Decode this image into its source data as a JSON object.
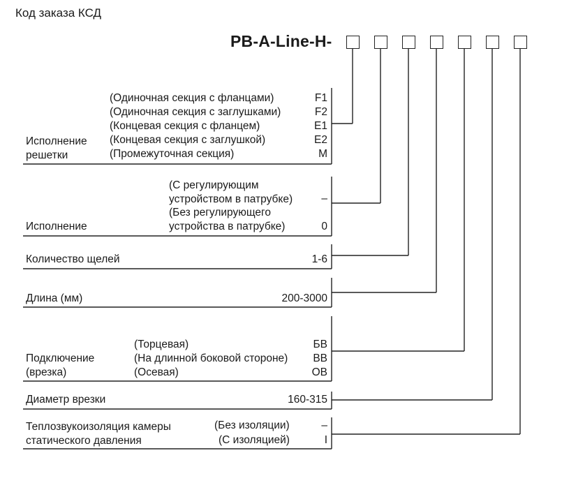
{
  "title": "Код заказа КСД",
  "code_prefix": "PB-A-Line-H-",
  "sections": {
    "grille": {
      "label_1": "Исполнение",
      "label_2": "решетки",
      "options": [
        {
          "desc": "(Одиночная секция с фланцами)",
          "code": "F1"
        },
        {
          "desc": "(Одиночная секция с заглушками)",
          "code": "F2"
        },
        {
          "desc": "(Концевая секция с фланцем)",
          "code": "E1"
        },
        {
          "desc": "(Концевая секция с заглушкой)",
          "code": "E2"
        },
        {
          "desc": "(Промежуточная секция)",
          "code": "M"
        }
      ]
    },
    "execution": {
      "label": "Исполнение",
      "option1_line1": "(С регулирующим",
      "option1_line2": "устройством в патрубке)",
      "option1_code": "–",
      "option2_line1": "(Без регулирующего",
      "option2_line2": "устройства в патрубке)",
      "option2_code": "0"
    },
    "slots": {
      "label": "Количество щелей",
      "value": "1-6"
    },
    "length": {
      "label": "Длина (мм)",
      "value": "200-3000"
    },
    "connection": {
      "label_1": "Подключение",
      "label_2": "(врезка)",
      "options": [
        {
          "desc": "(Торцевая)",
          "code": "БВ"
        },
        {
          "desc": "(На длинной боковой стороне)",
          "code": "ВВ"
        },
        {
          "desc": "(Осевая)",
          "code": "ОВ"
        }
      ]
    },
    "diameter": {
      "label": "Диаметр врезки",
      "value": "160-315"
    },
    "insulation": {
      "label_1": "Теплозвукоизоляция камеры",
      "label_2": "статического давления",
      "options": [
        {
          "desc": "(Без изоляции)",
          "code": "–"
        },
        {
          "desc": "(С изоляцией)",
          "code": "I"
        }
      ]
    }
  }
}
